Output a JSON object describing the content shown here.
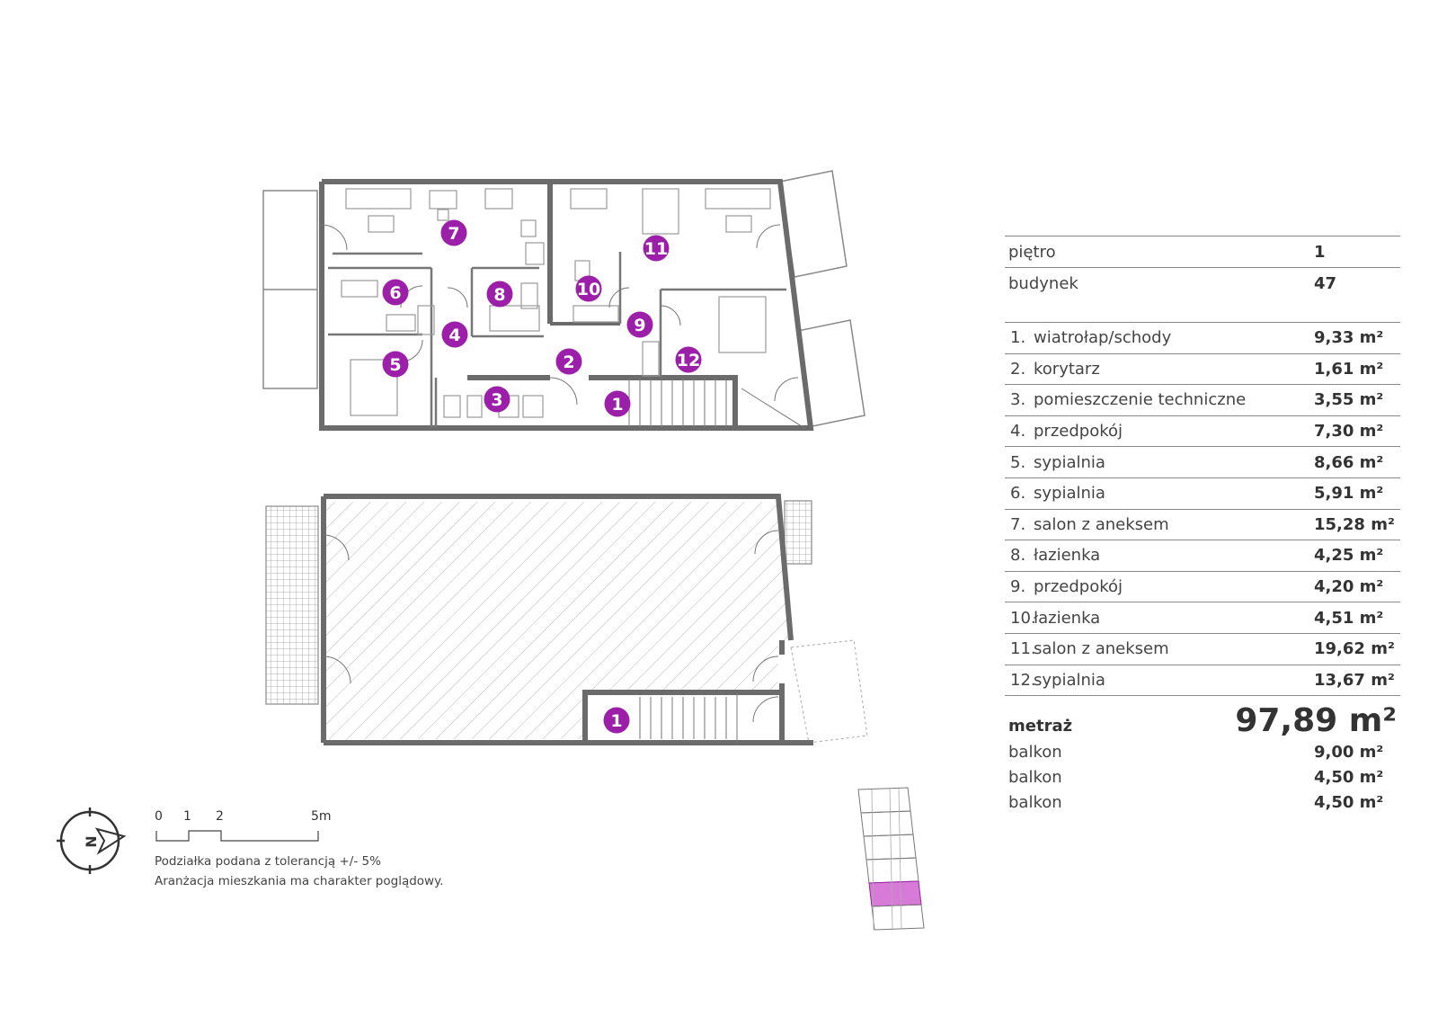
{
  "colors": {
    "accent": "#9b1fa8",
    "wall": "#6b6b6b",
    "line": "#8a8a8a",
    "highlight": "#d87bd8"
  },
  "header": [
    {
      "label": "piętro",
      "value": "1"
    },
    {
      "label": "budynek",
      "value": "47"
    }
  ],
  "rooms": [
    {
      "num": "1.",
      "name": "wiatrołap/schody",
      "area": "9,33 m²"
    },
    {
      "num": "2.",
      "name": "korytarz",
      "area": "1,61 m²"
    },
    {
      "num": "3.",
      "name": "pomieszczenie techniczne",
      "area": "3,55 m²"
    },
    {
      "num": "4.",
      "name": "przedpokój",
      "area": "7,30 m²"
    },
    {
      "num": "5.",
      "name": "sypialnia",
      "area": "8,66 m²"
    },
    {
      "num": "6.",
      "name": "sypialnia",
      "area": "5,91 m²"
    },
    {
      "num": "7.",
      "name": "salon z aneksem",
      "area": "15,28 m²"
    },
    {
      "num": "8.",
      "name": "łazienka",
      "area": "4,25 m²"
    },
    {
      "num": "9.",
      "name": "przedpokój",
      "area": "4,20 m²"
    },
    {
      "num": "10.",
      "name": "łazienka",
      "area": "4,51 m²"
    },
    {
      "num": "11.",
      "name": "salon z aneksem",
      "area": "19,62 m²"
    },
    {
      "num": "12.",
      "name": "sypialnia",
      "area": "13,67 m²"
    }
  ],
  "total": {
    "label": "metraż",
    "value": "97,89 m²"
  },
  "balconies": [
    {
      "label": "balkon",
      "area": "9,00 m²"
    },
    {
      "label": "balkon",
      "area": "4,50 m²"
    },
    {
      "label": "balkon",
      "area": "4,50 m²"
    }
  ],
  "badges": [
    "7",
    "6",
    "8",
    "10",
    "11",
    "4",
    "9",
    "5",
    "2",
    "12",
    "3",
    "1",
    "1"
  ],
  "scale": {
    "ticks": [
      "0",
      "1",
      "2",
      "5m"
    ]
  },
  "notes": {
    "tolerance": "Podziałka podana z tolerancją +/- 5%",
    "arrangement": "Aranżacja mieszkania ma charakter poglądowy."
  },
  "compass_letter": "N"
}
